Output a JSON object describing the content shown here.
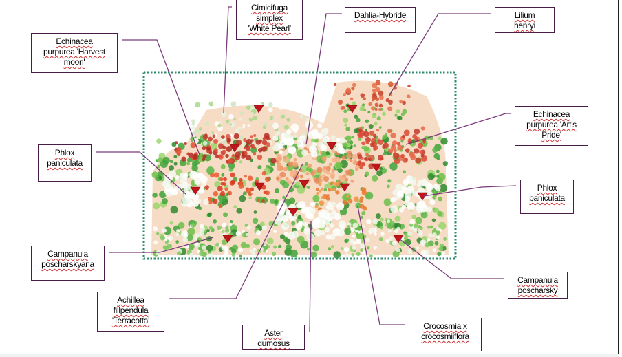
{
  "title": "Garden planting plan",
  "colors": {
    "leader_line": "#7a3a7a",
    "frame": "#2e8b6e",
    "marker": "#c0161b",
    "box_border": "#4a1c4a"
  },
  "labels": [
    {
      "id": "echinacea-harvest-moon",
      "text": "Echinacea\npurpurea 'Harvest\nmoon'"
    },
    {
      "id": "cimicifuga",
      "text": "Cimicifuga\nsimplex\n'White Pearl'"
    },
    {
      "id": "dahlia",
      "text": "Dahlia-Hybride"
    },
    {
      "id": "lilium",
      "text": "Lilium\nhenryi"
    },
    {
      "id": "echinacea-arts-pride",
      "text": "Echinacea\npurpurea 'Art's\nPride'"
    },
    {
      "id": "phlox-left",
      "text": "Phlox\npaniculata"
    },
    {
      "id": "phlox-right",
      "text": "Phlox\npaniculata"
    },
    {
      "id": "campanula-left",
      "text": "Campanula\nposcharskyana"
    },
    {
      "id": "achillea",
      "text": "Achillea\nfillpendula\n'Terracotta'"
    },
    {
      "id": "aster",
      "text": "Aster\ndumosus"
    },
    {
      "id": "campanula-right",
      "text": "Campanula\nposcharsky"
    },
    {
      "id": "crocosmia",
      "text": "Crocosmia x\ncrocosmiiflora"
    }
  ]
}
